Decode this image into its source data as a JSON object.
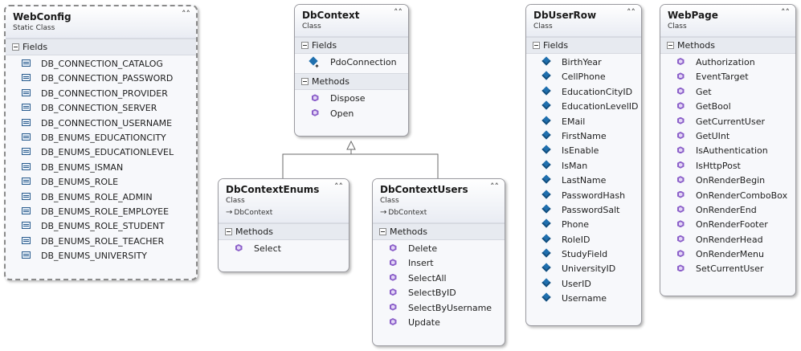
{
  "classes": {
    "webconfig": {
      "name": "WebConfig",
      "stereotype": "Static Class",
      "section": "Fields",
      "items": [
        "DB_CONNECTION_CATALOG",
        "DB_CONNECTION_PASSWORD",
        "DB_CONNECTION_PROVIDER",
        "DB_CONNECTION_SERVER",
        "DB_CONNECTION_USERNAME",
        "DB_ENUMS_EDUCATIONCITY",
        "DB_ENUMS_EDUCATIONLEVEL",
        "DB_ENUMS_ISMAN",
        "DB_ENUMS_ROLE",
        "DB_ENUMS_ROLE_ADMIN",
        "DB_ENUMS_ROLE_EMPLOYEE",
        "DB_ENUMS_ROLE_STUDENT",
        "DB_ENUMS_ROLE_TEACHER",
        "DB_ENUMS_UNIVERSITY"
      ]
    },
    "dbcontext": {
      "name": "DbContext",
      "stereotype": "Class",
      "fields_section": "Fields",
      "fields": [
        "PdoConnection"
      ],
      "methods_section": "Methods",
      "methods": [
        "Dispose",
        "Open"
      ]
    },
    "dbcontextenums": {
      "name": "DbContextEnums",
      "stereotype": "Class",
      "base": "DbContext",
      "section": "Methods",
      "items": [
        "Select"
      ]
    },
    "dbcontextusers": {
      "name": "DbContextUsers",
      "stereotype": "Class",
      "base": "DbContext",
      "section": "Methods",
      "items": [
        "Delete",
        "Insert",
        "SelectAll",
        "SelectByID",
        "SelectByUsername",
        "Update"
      ]
    },
    "dbuserrow": {
      "name": "DbUserRow",
      "stereotype": "Class",
      "section": "Fields",
      "items": [
        "BirthYear",
        "CellPhone",
        "EducationCityID",
        "EducationLevelID",
        "EMail",
        "FirstName",
        "IsEnable",
        "IsMan",
        "LastName",
        "PasswordHash",
        "PasswordSalt",
        "Phone",
        "RoleID",
        "StudyField",
        "UniversityID",
        "UserID",
        "Username"
      ]
    },
    "webpage": {
      "name": "WebPage",
      "stereotype": "Class",
      "section": "Methods",
      "items": [
        "Authorization",
        "EventTarget",
        "Get",
        "GetBool",
        "GetCurrentUser",
        "GetUInt",
        "IsAuthentication",
        "IsHttpPost",
        "OnRenderBegin",
        "OnRenderComboBox",
        "OnRenderEnd",
        "OnRenderFooter",
        "OnRenderHead",
        "OnRenderMenu",
        "SetCurrentUser"
      ]
    }
  },
  "icons": {
    "collapse": "chevron-up-icon",
    "field": "field-icon",
    "property": "property-icon",
    "private_field": "private-field-icon",
    "method": "method-icon",
    "inheritance": "arrow-inheritance-icon"
  },
  "colors": {
    "method": "#8b5fc9",
    "property": "#1f6fae",
    "field": "#2a5c8e"
  }
}
